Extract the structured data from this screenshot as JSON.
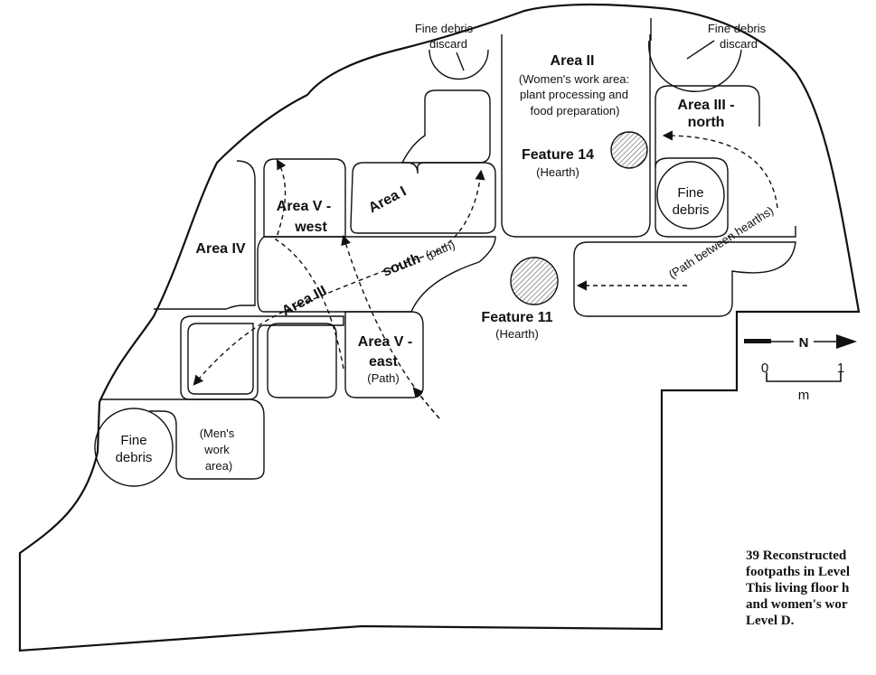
{
  "labels": {
    "fine_debris_discard_left": [
      "Fine debris",
      "discard"
    ],
    "fine_debris_discard_right": [
      "Fine debris",
      "discard"
    ],
    "area_ii_title": "Area II",
    "area_ii_desc": [
      "(Women's work area:",
      "plant processing and",
      "food preparation)"
    ],
    "area_iii_north": [
      "Area III -",
      "north"
    ],
    "feature_14": "Feature 14",
    "hearth_14": "(Hearth)",
    "fine_debris_right": [
      "Fine",
      "debris"
    ],
    "area_v_west": [
      "Area V -",
      "west"
    ],
    "area_i": "Area I",
    "area_iv": "Area IV",
    "south": "south",
    "south_path": "(path)",
    "area_iii": "Area III",
    "path_between_hearths": "(Path between hearths)",
    "feature_11": "Feature 11",
    "hearth_11": "(Hearth)",
    "area_v_east": [
      "Area V -",
      "east"
    ],
    "area_v_east_path": "(Path)",
    "fine_debris_left": [
      "Fine",
      "debris"
    ],
    "mens_work_area": [
      "(Men's",
      "work",
      "area)"
    ]
  },
  "legend": {
    "north_letter": "N",
    "scale_start": "0",
    "scale_end": "1",
    "scale_unit": "m"
  },
  "caption": {
    "lines": [
      "39  Reconstructed",
      "footpaths in Level",
      "This living floor h",
      "and women's wor",
      "Level D."
    ]
  }
}
